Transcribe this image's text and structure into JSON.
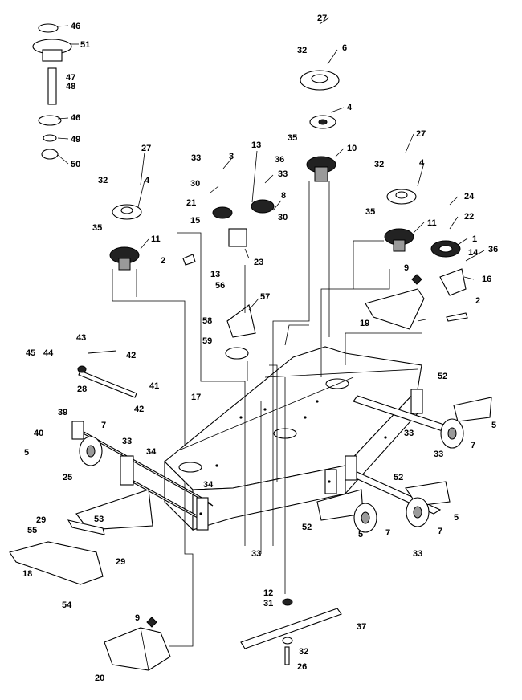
{
  "diagram": {
    "callouts": [
      {
        "id": "c46a",
        "text": "46"
      },
      {
        "id": "c51",
        "text": "51"
      },
      {
        "id": "c47",
        "text": "47"
      },
      {
        "id": "c48",
        "text": "48"
      },
      {
        "id": "c46b",
        "text": "46"
      },
      {
        "id": "c49",
        "text": "49"
      },
      {
        "id": "c50",
        "text": "50"
      },
      {
        "id": "c27a",
        "text": "27"
      },
      {
        "id": "c32a",
        "text": "32"
      },
      {
        "id": "c6",
        "text": "6"
      },
      {
        "id": "c4a",
        "text": "4"
      },
      {
        "id": "c35a",
        "text": "35"
      },
      {
        "id": "c10",
        "text": "10"
      },
      {
        "id": "c27b",
        "text": "27"
      },
      {
        "id": "c32b",
        "text": "32"
      },
      {
        "id": "c4b",
        "text": "4"
      },
      {
        "id": "c24",
        "text": "24"
      },
      {
        "id": "c22",
        "text": "22"
      },
      {
        "id": "c35b",
        "text": "35"
      },
      {
        "id": "c11a",
        "text": "11"
      },
      {
        "id": "c1",
        "text": "1"
      },
      {
        "id": "c14",
        "text": "14"
      },
      {
        "id": "c36a",
        "text": "36"
      },
      {
        "id": "c16",
        "text": "16"
      },
      {
        "id": "c9a",
        "text": "9"
      },
      {
        "id": "c2a",
        "text": "2"
      },
      {
        "id": "c19",
        "text": "19"
      },
      {
        "id": "c27c",
        "text": "27"
      },
      {
        "id": "c32c",
        "text": "32"
      },
      {
        "id": "c4c",
        "text": "4"
      },
      {
        "id": "c35c",
        "text": "35"
      },
      {
        "id": "c11b",
        "text": "11"
      },
      {
        "id": "c2b",
        "text": "2"
      },
      {
        "id": "c33a",
        "text": "33"
      },
      {
        "id": "c3",
        "text": "3"
      },
      {
        "id": "c30a",
        "text": "30"
      },
      {
        "id": "c21",
        "text": "21"
      },
      {
        "id": "c15",
        "text": "15"
      },
      {
        "id": "c13a",
        "text": "13"
      },
      {
        "id": "c36b",
        "text": "36"
      },
      {
        "id": "c33b",
        "text": "33"
      },
      {
        "id": "c8",
        "text": "8"
      },
      {
        "id": "c30b",
        "text": "30"
      },
      {
        "id": "c23",
        "text": "23"
      },
      {
        "id": "c13b",
        "text": "13"
      },
      {
        "id": "c56",
        "text": "56"
      },
      {
        "id": "c57",
        "text": "57"
      },
      {
        "id": "c58",
        "text": "58"
      },
      {
        "id": "c59",
        "text": "59"
      },
      {
        "id": "c43",
        "text": "43"
      },
      {
        "id": "c42a",
        "text": "42"
      },
      {
        "id": "c45",
        "text": "45"
      },
      {
        "id": "c44",
        "text": "44"
      },
      {
        "id": "c28",
        "text": "28"
      },
      {
        "id": "c41",
        "text": "41"
      },
      {
        "id": "c42b",
        "text": "42"
      },
      {
        "id": "c17",
        "text": "17"
      },
      {
        "id": "c39",
        "text": "39"
      },
      {
        "id": "c40",
        "text": "40"
      },
      {
        "id": "c7a",
        "text": "7"
      },
      {
        "id": "c33c",
        "text": "33"
      },
      {
        "id": "c5a",
        "text": "5"
      },
      {
        "id": "c34a",
        "text": "34"
      },
      {
        "id": "c25",
        "text": "25"
      },
      {
        "id": "c34b",
        "text": "34"
      },
      {
        "id": "c52a",
        "text": "52"
      },
      {
        "id": "c5b",
        "text": "5"
      },
      {
        "id": "c7b",
        "text": "7"
      },
      {
        "id": "c33d",
        "text": "33"
      },
      {
        "id": "c33e",
        "text": "33"
      },
      {
        "id": "c52b",
        "text": "52"
      },
      {
        "id": "c52c",
        "text": "52"
      },
      {
        "id": "c5c",
        "text": "5"
      },
      {
        "id": "c5d",
        "text": "5"
      },
      {
        "id": "c7c",
        "text": "7"
      },
      {
        "id": "c7d",
        "text": "7"
      },
      {
        "id": "c33f",
        "text": "33"
      },
      {
        "id": "c33g",
        "text": "33"
      },
      {
        "id": "c29a",
        "text": "29"
      },
      {
        "id": "c53",
        "text": "53"
      },
      {
        "id": "c55",
        "text": "55"
      },
      {
        "id": "c29b",
        "text": "29"
      },
      {
        "id": "c18",
        "text": "18"
      },
      {
        "id": "c54",
        "text": "54"
      },
      {
        "id": "c12",
        "text": "12"
      },
      {
        "id": "c31",
        "text": "31"
      },
      {
        "id": "c37",
        "text": "37"
      },
      {
        "id": "c32d",
        "text": "32"
      },
      {
        "id": "c26",
        "text": "26"
      },
      {
        "id": "c9b",
        "text": "9"
      },
      {
        "id": "c20",
        "text": "20"
      }
    ]
  }
}
